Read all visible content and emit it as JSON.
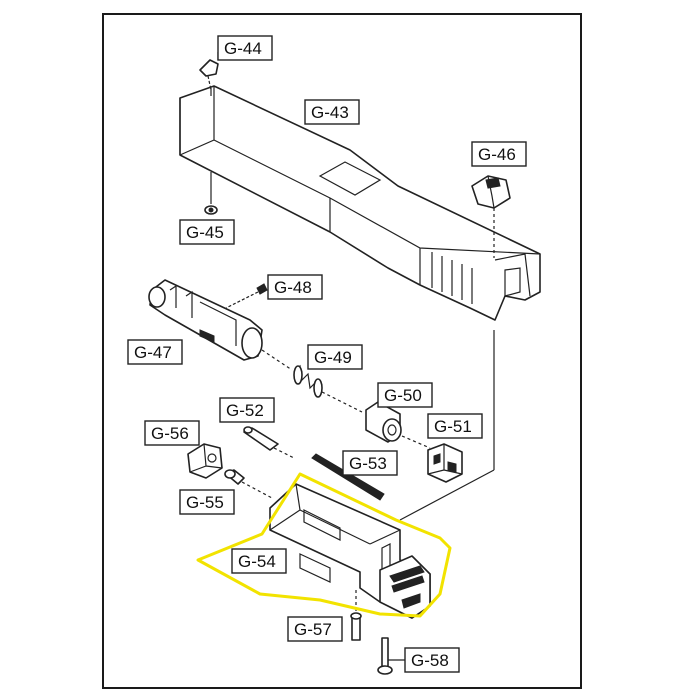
{
  "labels": {
    "g44": "G-44",
    "g43": "G-43",
    "g46": "G-46",
    "g45": "G-45",
    "g48": "G-48",
    "g47": "G-47",
    "g49": "G-49",
    "g50": "G-50",
    "g51": "G-51",
    "g52": "G-52",
    "g56": "G-56",
    "g53": "G-53",
    "g55": "G-55",
    "g54": "G-54",
    "g57": "G-57",
    "g58": "G-58"
  },
  "highlight_color": "#f2e300"
}
